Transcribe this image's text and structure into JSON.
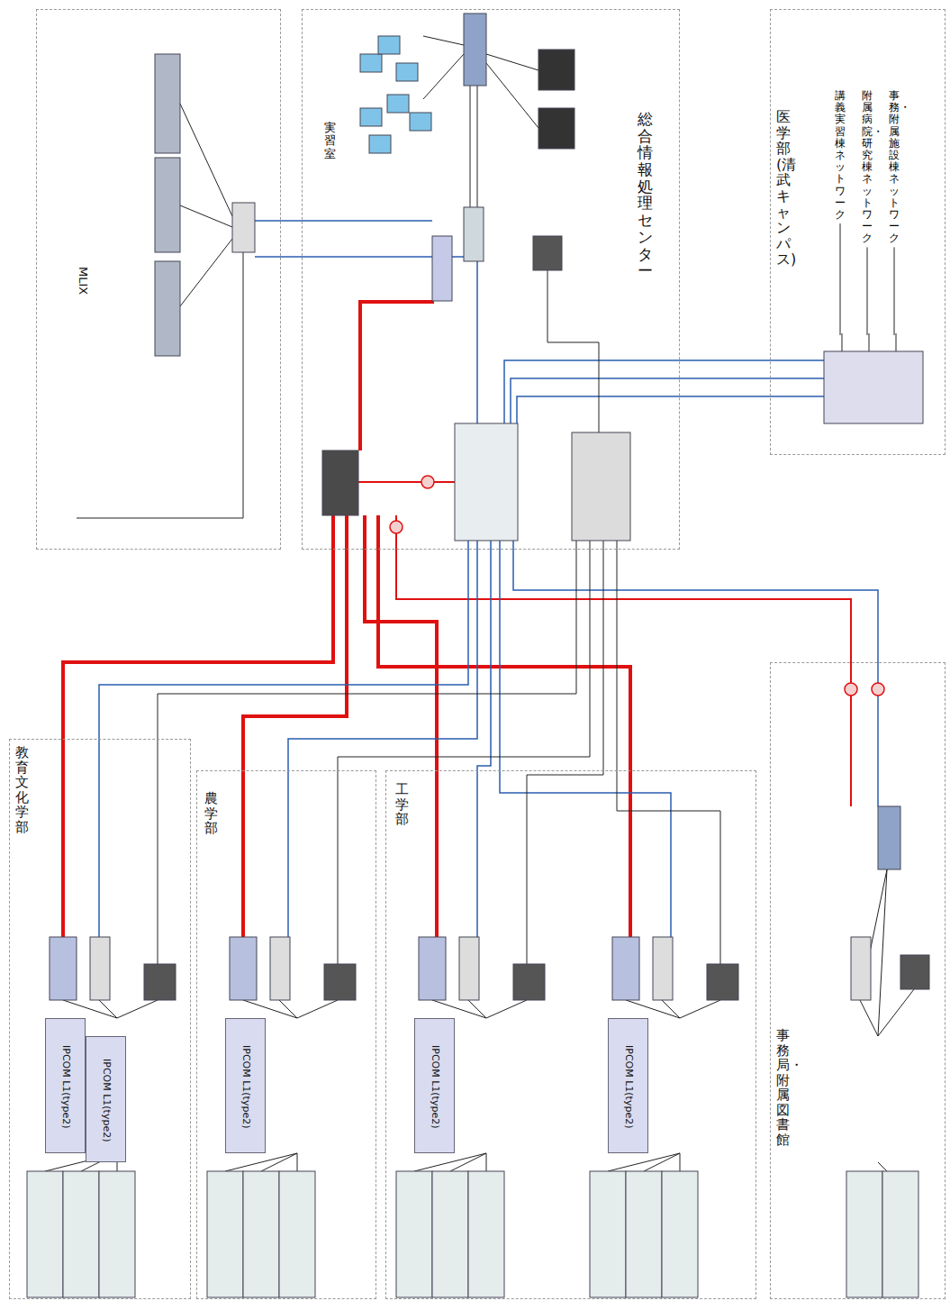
{
  "diagram": {
    "nodes": [
      {
        "text": [
          "MLIX"
        ]
      },
      {
        "text": [
          "総合情報処理センター"
        ]
      },
      {
        "text": [
          "医学部(清武キャンパス)"
        ]
      },
      {
        "text": [
          "教育文化学部"
        ]
      },
      {
        "text": [
          "農学部"
        ]
      },
      {
        "text": [
          "工学部"
        ]
      },
      {
        "text": [
          "事務局・附属図書館"
        ]
      },
      {
        "text": [
          "IPCOM L1(type2)"
        ],
        "in": 3
      },
      {
        "text": [
          "IPCOM L1(type2)"
        ],
        "in": 4
      },
      {
        "text": [
          "IPCOM L1(type2)"
        ],
        "in": 5
      },
      {
        "text": [
          "IPCOM L1(type2)"
        ],
        "in": 5
      },
      {
        "text": [
          "IPCOM L1(type2)"
        ],
        "in": 6
      }
    ],
    "labels": [
      "実習室",
      "講義実習棟ネットワーク",
      "附属病院・研究棟ネットワーク",
      "事務・附属施設棟ネットワーク"
    ]
  }
}
